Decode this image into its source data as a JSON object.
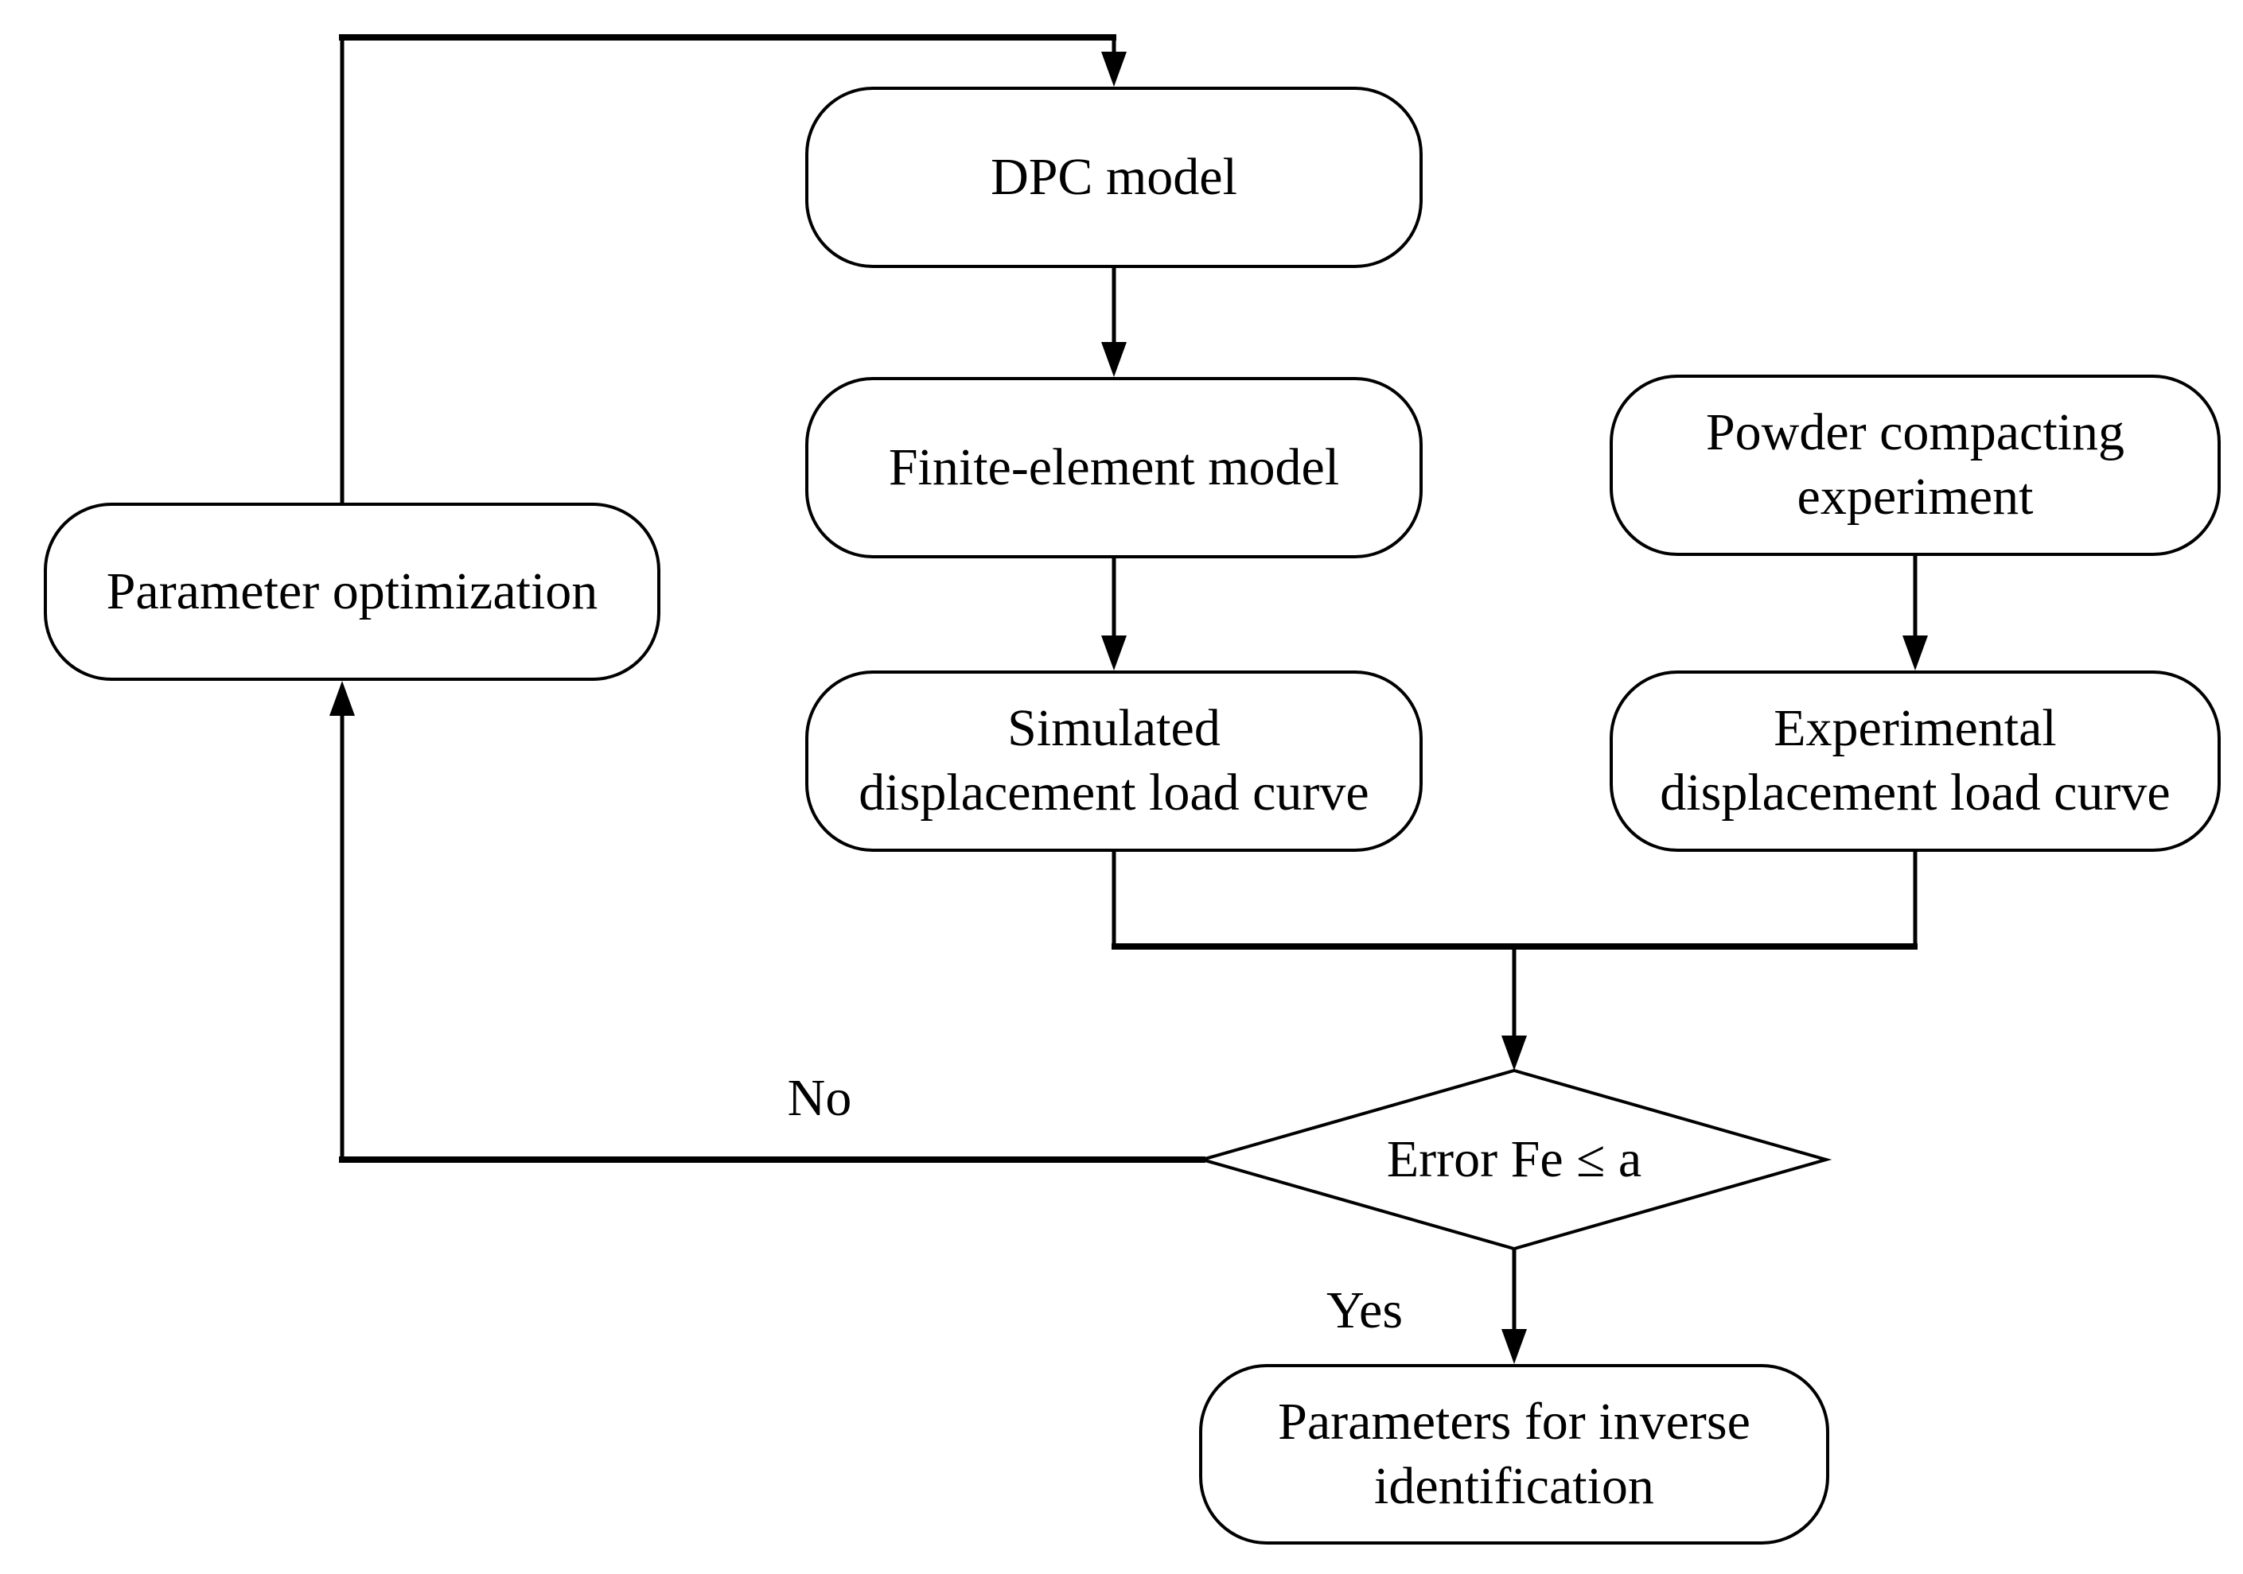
{
  "colors": {
    "stroke": "#000000",
    "shape_fill": "#ffffff",
    "text": "#000000",
    "background": "#ffffff"
  },
  "nodes": {
    "dpc_model": {
      "label": "DPC model"
    },
    "finite_element_model": {
      "label": "Finite-element model"
    },
    "powder_compacting_experiment": {
      "label": "Powder compacting\nexperiment"
    },
    "simulated_curve": {
      "label": "Simulated\ndisplacement load curve"
    },
    "experimental_curve": {
      "label": "Experimental\ndisplacement load curve"
    },
    "parameter_optimization": {
      "label": "Parameter optimization"
    },
    "decision": {
      "label": "Error Fe ≤ a"
    },
    "result": {
      "label": "Parameters for inverse\nidentification"
    }
  },
  "edge_labels": {
    "no": "No",
    "yes": "Yes"
  }
}
